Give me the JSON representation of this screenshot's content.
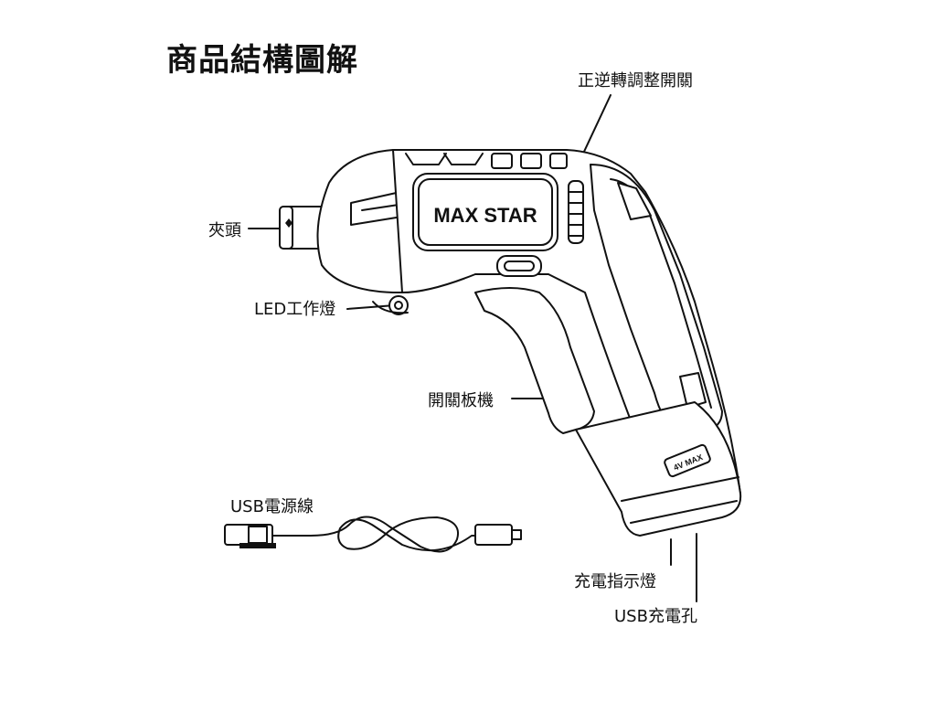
{
  "title": "商品結構圖解",
  "brand": "MAX STAR",
  "voltage_badge": "4V MAX",
  "callouts": {
    "switch": "正逆轉調整開關",
    "chuck": "夾頭",
    "led": "LED工作燈",
    "trigger": "開關板機",
    "cable": "USB電源線",
    "charge_indicator": "充電指示燈",
    "usb_port": "USB充電孔"
  }
}
